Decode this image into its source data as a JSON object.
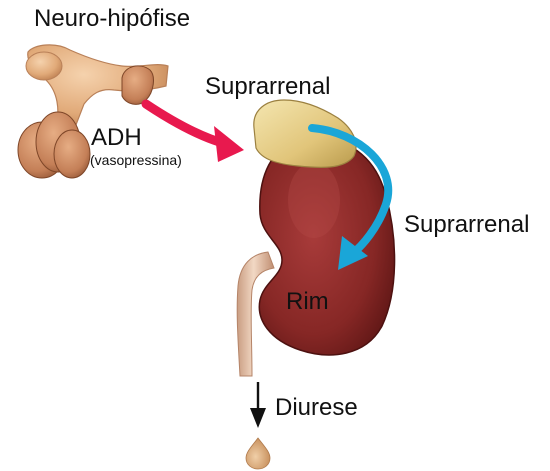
{
  "labels": {
    "pituitary": "Neuro-hipófise",
    "hormone": "ADH",
    "hormone_alt": "(vasopressina)",
    "adrenal_top": "Suprarrenal",
    "adrenal_side": "Suprarrenal",
    "kidney": "Rim",
    "output": "Diurese"
  },
  "colors": {
    "hormone_arrow": "#e8194e",
    "adrenal_arrow": "#1aa6d8",
    "output_arrow": "#111111",
    "kidney": "#8a2a2a",
    "gland": "#e4b284",
    "adrenal_gland": "#e6d08a",
    "ureter": "#d9b49c"
  }
}
